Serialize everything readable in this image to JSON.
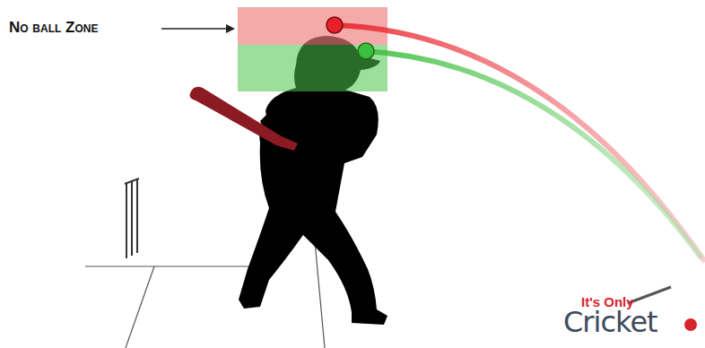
{
  "diagram": {
    "labels": [
      "No ball Zone",
      "It's Only",
      "Cricket"
    ]
  }
}
